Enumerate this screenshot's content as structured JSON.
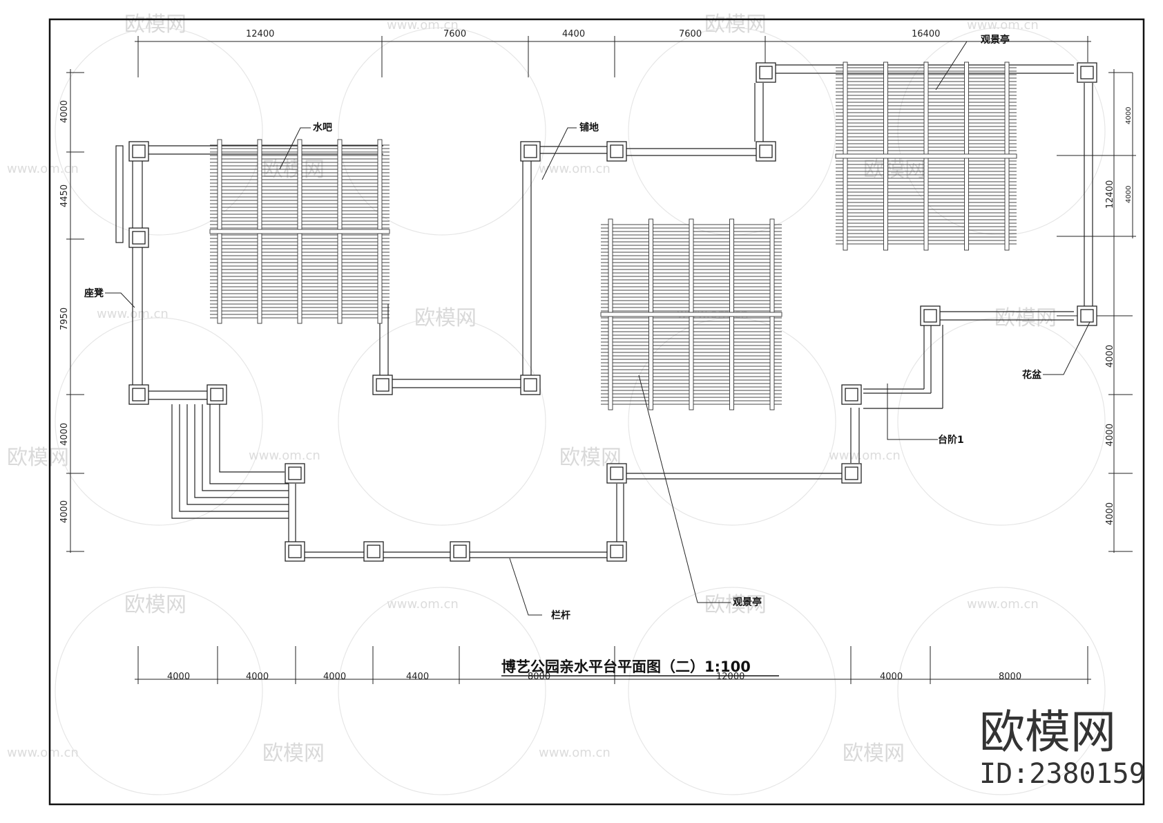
{
  "drawing": {
    "title": "博艺公园亲水平台平面图（二）1:100",
    "top_dimensions": [
      "12400",
      "7600",
      "4400",
      "7600",
      "16400"
    ],
    "bottom_dimensions": [
      "4000",
      "4000",
      "4000",
      "4400",
      "8000",
      "12000",
      "4000",
      "8000"
    ],
    "left_dimensions": [
      "4000",
      "4450",
      "7950",
      "4000",
      "4000"
    ],
    "right_dimensions": [
      "12400",
      "4000",
      "4000",
      "4000"
    ],
    "right_inner_dimensions": [
      "4000",
      "4000"
    ],
    "labels": {
      "water_bar": "水吧",
      "paving": "铺地",
      "viewing_pavilion_top": "观景亭",
      "bench": "座凳",
      "flower_pot": "花盆",
      "step": "台阶1",
      "railing": "栏杆",
      "viewing_pavilion_bottom": "观景亭"
    }
  },
  "brand": {
    "name": "欧模网",
    "id": "ID:2380159"
  },
  "watermark": {
    "text": "欧模网",
    "url": "www.om.cn"
  }
}
